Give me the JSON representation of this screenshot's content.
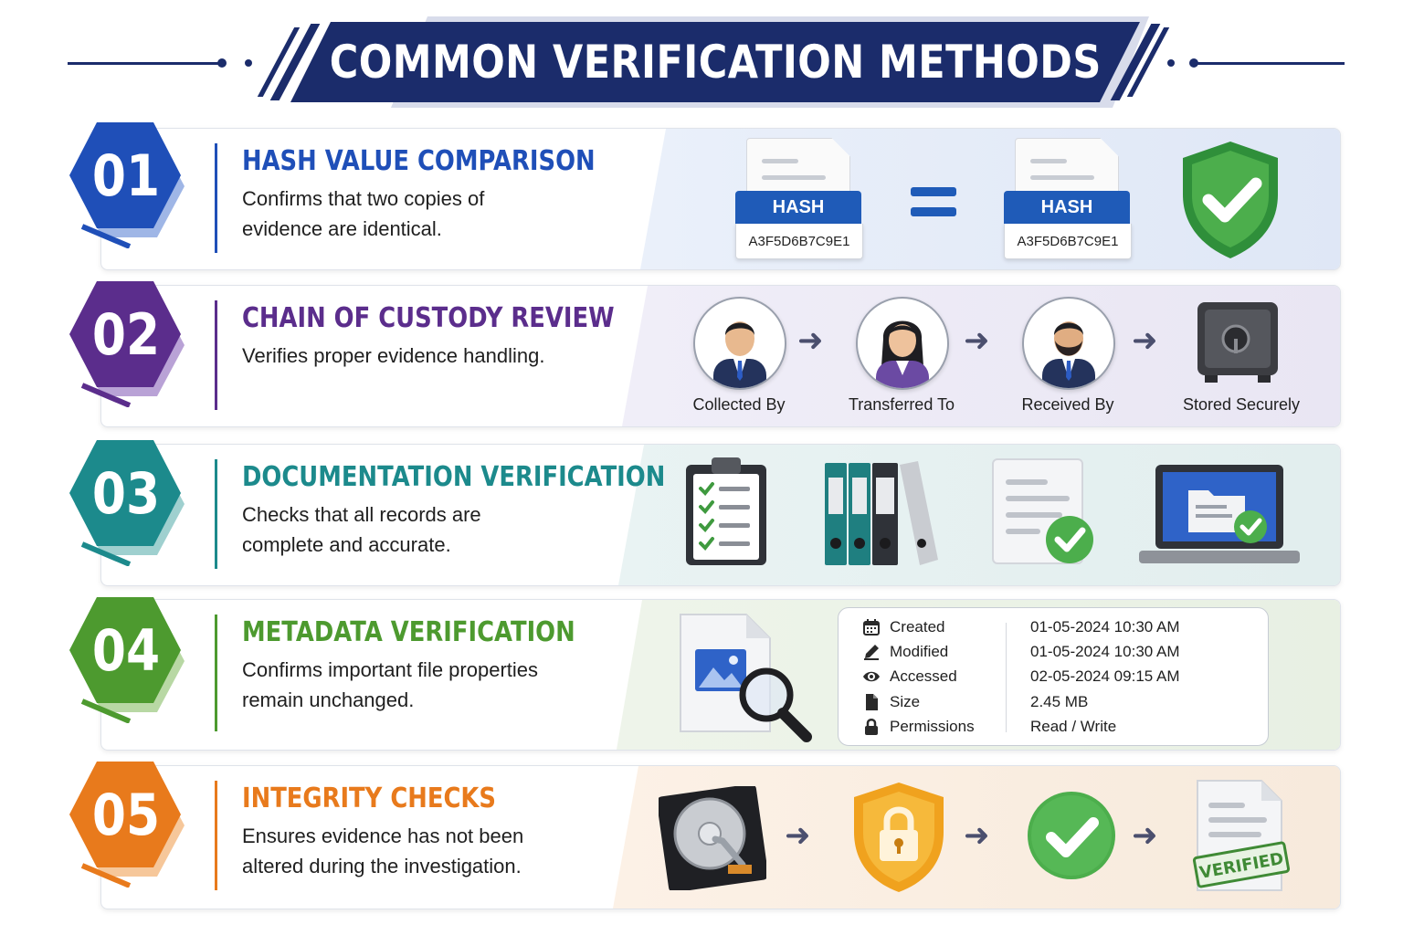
{
  "title": "COMMON VERIFICATION METHODS",
  "colors": {
    "navy": "#1b2c6b",
    "blue": "#1f4fb8",
    "purple": "#5b2d8c",
    "teal": "#1c8a8c",
    "green": "#4d9a2f",
    "orange": "#e87a1c"
  },
  "methods": [
    {
      "number": "01",
      "title": "HASH VALUE COMPARISON",
      "description": "Confirms that two copies of evidence are identical.",
      "hash_cards": [
        {
          "label": "HASH",
          "value": "A3F5D6B7C9E1"
        },
        {
          "label": "HASH",
          "value": "A3F5D6B7C9E1"
        }
      ],
      "icons": [
        "document-icon",
        "equals-icon",
        "document-icon",
        "shield-check-icon"
      ]
    },
    {
      "number": "02",
      "title": "CHAIN OF CUSTODY REVIEW",
      "description": "Verifies proper evidence handling.",
      "steps": [
        {
          "caption": "Collected By",
          "icon": "man-avatar-icon"
        },
        {
          "caption": "Transferred To",
          "icon": "woman-avatar-icon"
        },
        {
          "caption": "Received By",
          "icon": "bearded-man-avatar-icon"
        },
        {
          "caption": "Stored Securely",
          "icon": "safe-icon"
        }
      ]
    },
    {
      "number": "03",
      "title": "DOCUMENTATION VERIFICATION",
      "description": "Checks that all records are complete and accurate.",
      "icons": [
        "clipboard-checklist-icon",
        "binders-icon",
        "document-check-icon",
        "laptop-folder-check-icon"
      ]
    },
    {
      "number": "04",
      "title": "METADATA VERIFICATION",
      "description": "Confirms important file properties remain unchanged.",
      "icons": [
        "image-file-magnifier-icon"
      ],
      "metadata": [
        {
          "icon": "calendar-icon",
          "label": "Created",
          "value": "01-05-2024 10:30 AM"
        },
        {
          "icon": "pencil-icon",
          "label": "Modified",
          "value": "01-05-2024 10:30 AM"
        },
        {
          "icon": "eye-icon",
          "label": "Accessed",
          "value": "02-05-2024 09:15 AM"
        },
        {
          "icon": "file-icon",
          "label": "Size",
          "value": "2.45 MB"
        },
        {
          "icon": "lock-icon",
          "label": "Permissions",
          "value": "Read / Write"
        }
      ]
    },
    {
      "number": "05",
      "title": "INTEGRITY CHECKS",
      "description": "Ensures evidence has not been altered during the investigation.",
      "icons": [
        "hard-drive-icon",
        "shield-lock-icon",
        "check-circle-icon",
        "verified-document-icon"
      ],
      "stamp": "VERIFIED"
    }
  ]
}
